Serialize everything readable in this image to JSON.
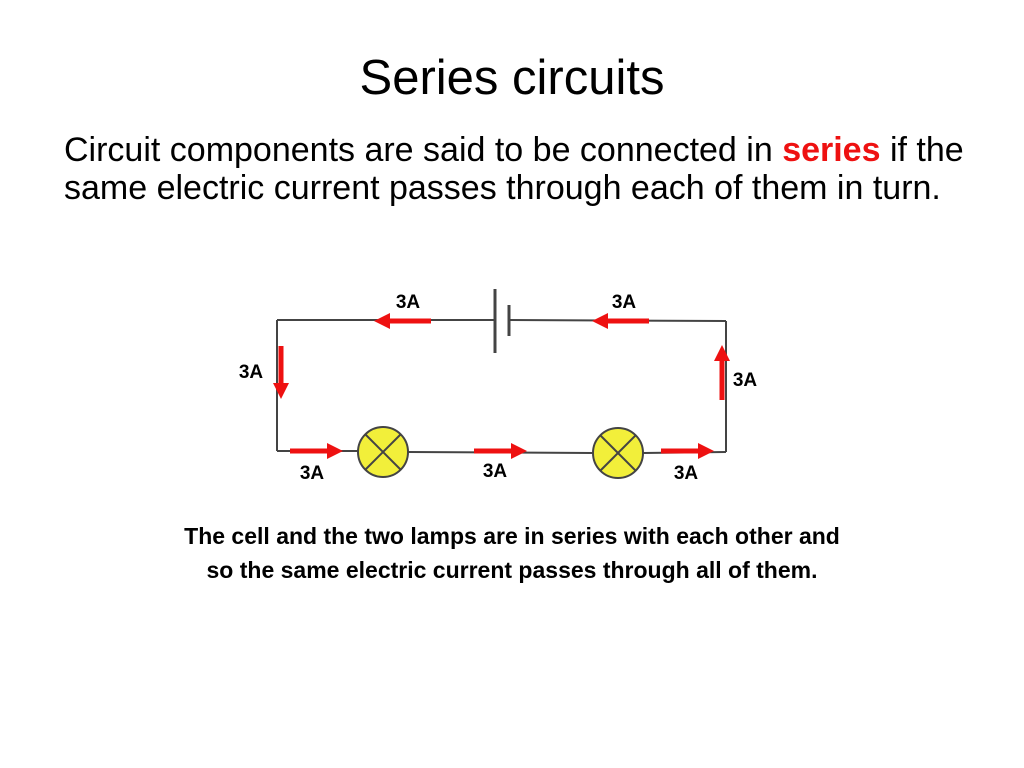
{
  "slide": {
    "title": "Series circuits",
    "intro_before": "Circuit components are said to be connected in ",
    "intro_highlight": "series",
    "intro_after": " if the same electric current passes through each of them in turn.",
    "caption_line1": "The cell and the two lamps are in series with each other and",
    "caption_line2": "so the same electric current passes through all of them."
  },
  "circuit": {
    "wire_color": "#444444",
    "arrow_color": "#ee1111",
    "lamp_color": "#f2ef3a",
    "current_labels": {
      "top_left": "3A",
      "top_right": "3A",
      "left_side": "3A",
      "right_side": "3A",
      "bottom_left": "3A",
      "bottom_middle": "3A",
      "bottom_right": "3A"
    }
  }
}
